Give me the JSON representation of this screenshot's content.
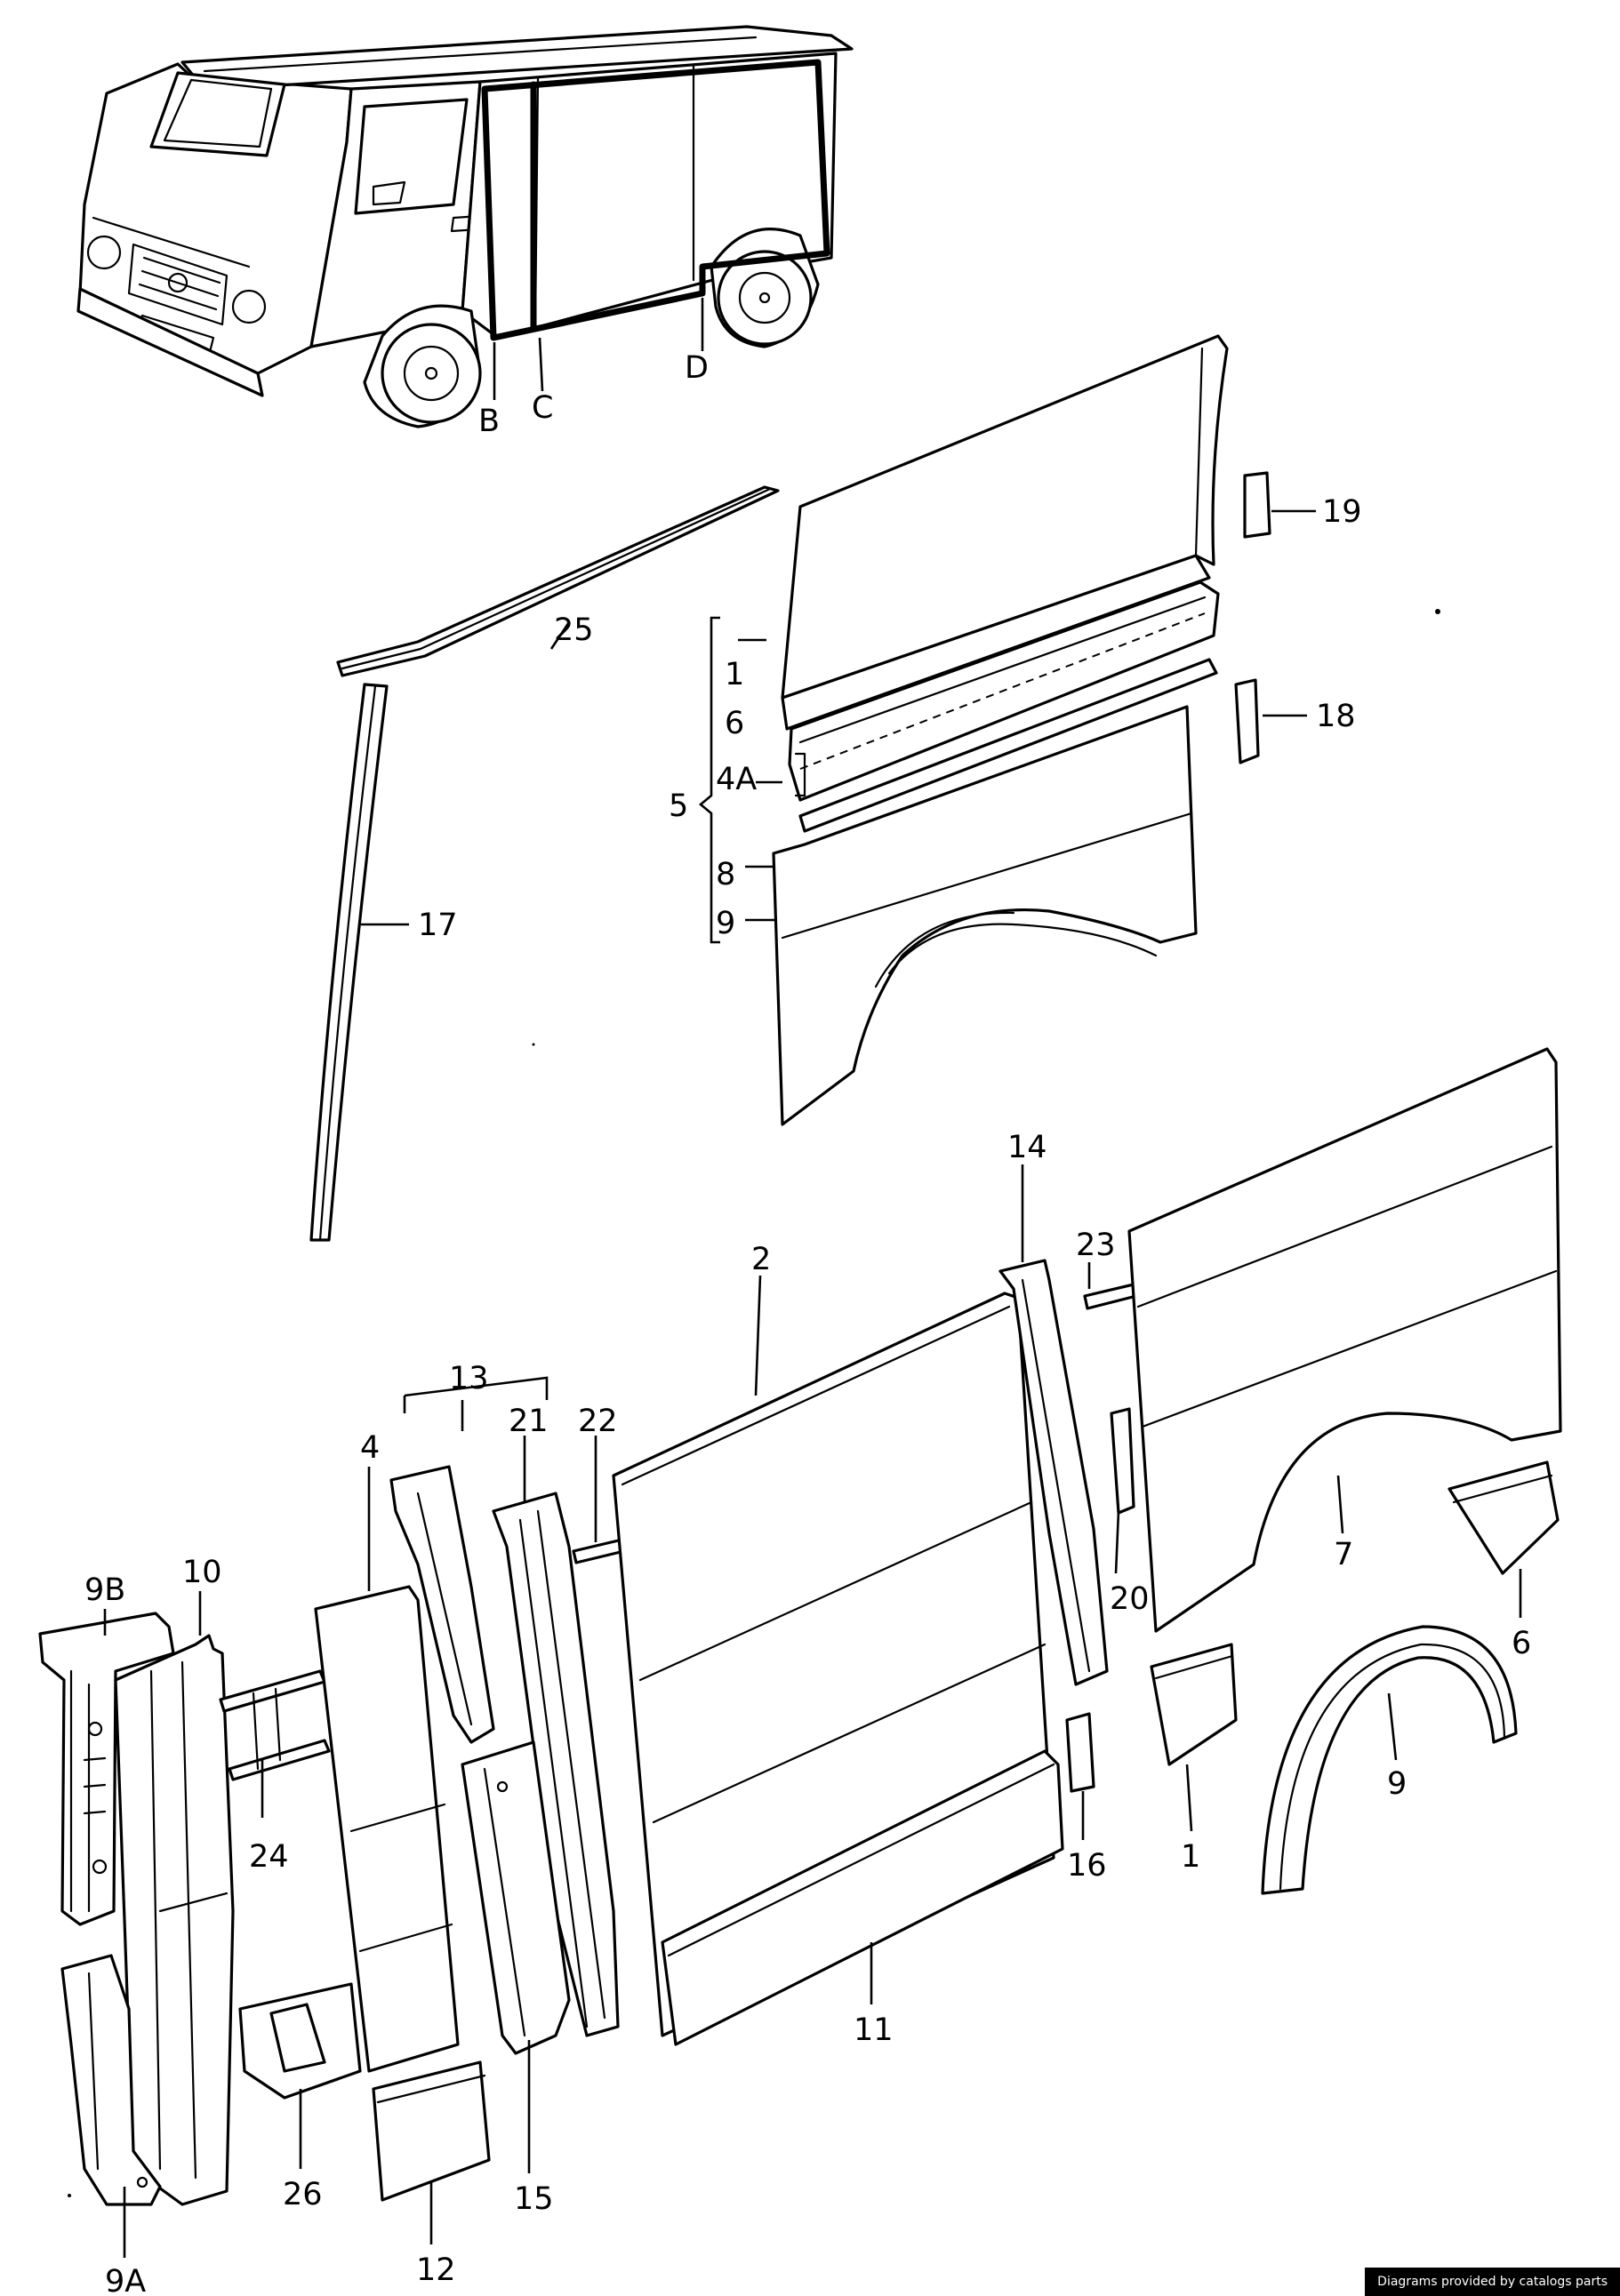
{
  "van_labels": {
    "b": "B",
    "c": "C",
    "d": "D"
  },
  "labels": {
    "p1_top": "1",
    "p1_bottom": "1",
    "p2": "2",
    "p4": "4",
    "p4a": "4A",
    "p5": "5",
    "p6_top": "6",
    "p6_bottom": "6",
    "p7": "7",
    "p8": "8",
    "p9_top": "9",
    "p9_bottom": "9",
    "p9a": "9A",
    "p9b": "9B",
    "p10": "10",
    "p11": "11",
    "p12": "12",
    "p13": "13",
    "p14": "14",
    "p15": "15",
    "p16": "16",
    "p17": "17",
    "p18": "18",
    "p19": "19",
    "p20": "20",
    "p21": "21",
    "p22": "22",
    "p23": "23",
    "p24": "24",
    "p25": "25",
    "p26": "26"
  },
  "credit": "Diagrams provided by catalogs parts"
}
